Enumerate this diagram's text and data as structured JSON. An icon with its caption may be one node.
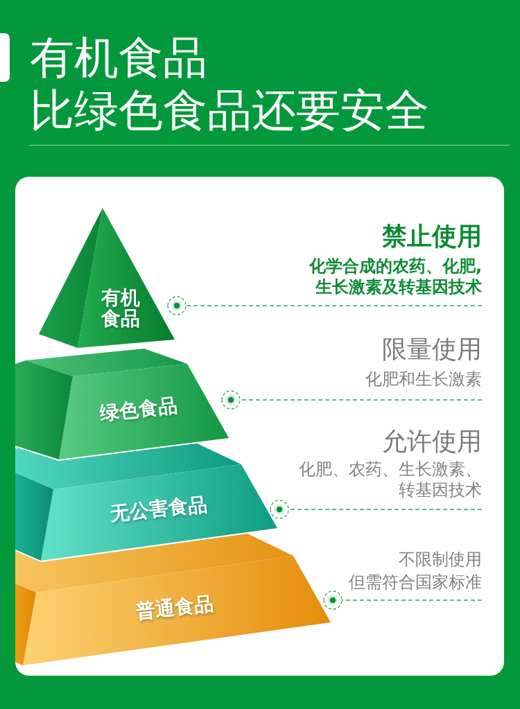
{
  "diagram": {
    "title": "有机食品比绿色食品还要安全",
    "nodes": [
      {
        "text": [
          "有机食品"
        ]
      },
      {
        "text": [
          "禁止使用",
          "化学合成的农药、化肥,生长激素及转基因技术"
        ]
      },
      {
        "text": [
          "绿色食品"
        ]
      },
      {
        "text": [
          "限量使用",
          "化肥和生长激素"
        ]
      },
      {
        "text": [
          "无公害食品"
        ]
      },
      {
        "text": [
          "允许使用",
          "化肥、农药、生长激素、转基因技术"
        ]
      },
      {
        "text": [
          "普通食品"
        ]
      },
      {
        "text": [
          "不限制使用",
          "但需符合国家标准"
        ]
      }
    ],
    "edges": [
      {
        "from": 1,
        "to": 0,
        "arrow": "other",
        "style": "dashed"
      },
      {
        "from": 3,
        "to": 2,
        "arrow": "other",
        "style": "dashed"
      },
      {
        "from": 5,
        "to": 4,
        "arrow": "other",
        "style": "dashed"
      },
      {
        "from": 7,
        "to": 6,
        "arrow": "other",
        "style": "dashed"
      }
    ]
  }
}
